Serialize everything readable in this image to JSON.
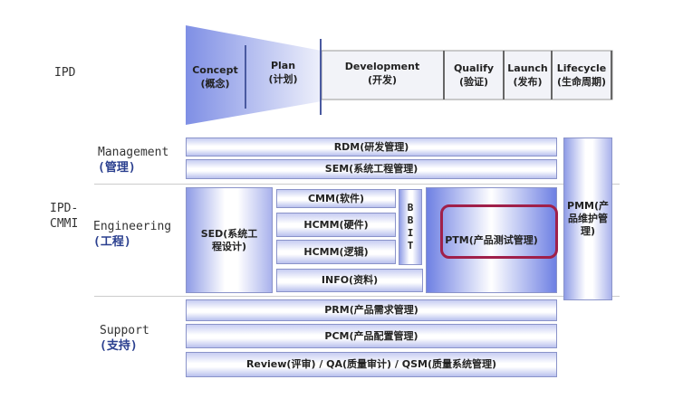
{
  "left_labels": {
    "ipd": "IPD",
    "ipd_cmmi_1": "IPD-",
    "ipd_cmmi_2": "CMMI",
    "management_en": "Management",
    "management_cn": "(管理)",
    "engineering_en": "Engineering",
    "engineering_cn": "(工程)",
    "support_en": "Support",
    "support_cn": "(支持)"
  },
  "phases": [
    {
      "en": "Concept",
      "cn": "(概念)"
    },
    {
      "en": "Plan",
      "cn": "(计划)"
    },
    {
      "en": "Development",
      "cn": "(开发)"
    },
    {
      "en": "Qualify",
      "cn": "(验证)"
    },
    {
      "en": "Launch",
      "cn": "(发布)"
    },
    {
      "en": "Lifecycle",
      "cn": "(生命周期)"
    }
  ],
  "blocks": {
    "rdm": "RDM(研发管理)",
    "sem": "SEM(系统工程管理)",
    "sed": "SED(系统工程设计)",
    "cmm": "CMM(软件)",
    "hcmm_hw": "HCMM(硬件)",
    "hcmm_logic": "HCMM(逻辑)",
    "bbit": "BBIT",
    "info": "INFO(资料)",
    "ptm": "PTM(产品测试管理)",
    "pmm": "PMM(产品维护管理)",
    "prm": "PRM(产品需求管理)",
    "pcm": "PCM(产品配置管理)",
    "review": "Review(评审) / QA(质量审计) / QSM(质量系统管理)"
  },
  "colors": {
    "highlight": "#a0204a",
    "accent": "#6e80e3"
  }
}
